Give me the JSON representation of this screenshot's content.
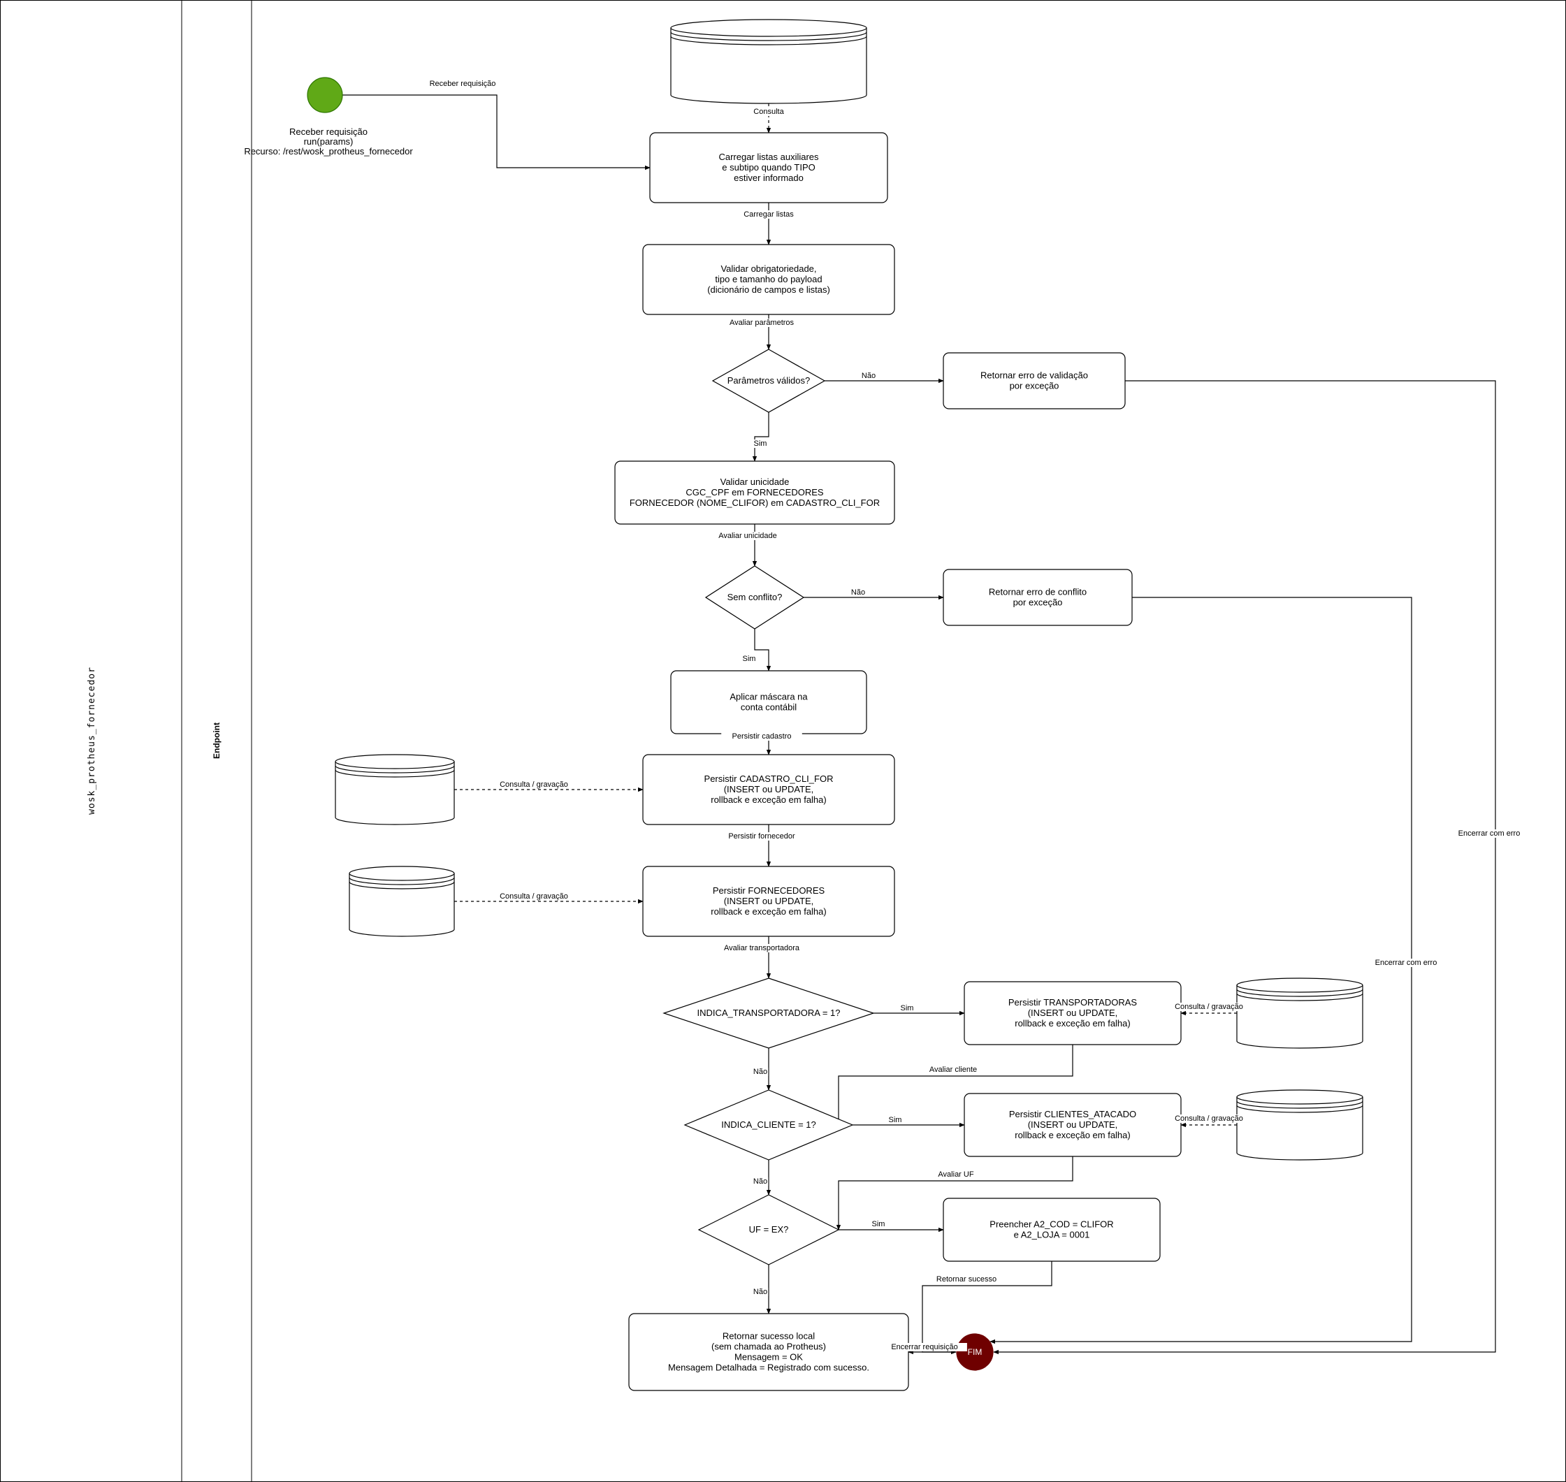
{
  "pool": {
    "name": "wosk_protheus_fornecedor",
    "lane": "Endpoint"
  },
  "start": {
    "caption": [
      "Receber requisição",
      "run(params)",
      "Recurso: /rest/wosk_protheus_fornecedor"
    ]
  },
  "end_label": "FIM",
  "nodes": {
    "load_lists": [
      "Carregar listas auxiliares",
      "e subtipo quando TIPO",
      "estiver informado"
    ],
    "validate_required": [
      "Validar obrigatoriedade,",
      "tipo e tamanho do payload",
      "(dicionário de campos e listas)"
    ],
    "params_valid": [
      "Parâmetros válidos?"
    ],
    "validation_error": [
      "Retornar erro de validação",
      "por exceção"
    ],
    "validate_unique": [
      "Validar unicidade",
      "CGC_CPF em FORNECEDORES",
      "FORNECEDOR (NOME_CLIFOR) em CADASTRO_CLI_FOR"
    ],
    "no_conflict": [
      "Sem conflito?"
    ],
    "conflict_error": [
      "Retornar erro de conflito",
      "por exceção"
    ],
    "apply_mask": [
      "Aplicar máscara na",
      "conta contábil"
    ],
    "persist_cadastro": [
      "Persistir CADASTRO_CLI_FOR",
      "(INSERT ou UPDATE,",
      "rollback e exceção em falha)"
    ],
    "persist_fornecedores": [
      "Persistir FORNECEDORES",
      "(INSERT ou UPDATE,",
      "rollback e exceção em falha)"
    ],
    "is_carrier": [
      "INDICA_TRANSPORTADORA = 1?"
    ],
    "persist_transportadoras": [
      "Persistir TRANSPORTADORAS",
      "(INSERT ou UPDATE,",
      "rollback e exceção em falha)"
    ],
    "is_client": [
      "INDICA_CLIENTE = 1?"
    ],
    "persist_clientes": [
      "Persistir CLIENTES_ATACADO",
      "(INSERT ou UPDATE,",
      "rollback e exceção em falha)"
    ],
    "uf_ex": [
      "UF = EX?"
    ],
    "fill_a2": [
      "Preencher A2_COD = CLIFOR",
      "e A2_LOJA = 0001"
    ],
    "local_success": [
      "Retornar sucesso local",
      "(sem chamada ao Protheus)",
      "Mensagem = OK",
      "Mensagem Detalhada = Registrado com sucesso."
    ]
  },
  "edge_labels": {
    "receive": "Receber requisição",
    "consulta": "Consulta",
    "load": "Carregar listas",
    "eval_params": "Avaliar parâmetros",
    "params_no": "Não",
    "params_yes": "Sim",
    "eval_unique": "Avaliar unicidade",
    "conflict_no": "Não",
    "conflict_yes": "Sim",
    "persist_cadastro": "Persistir cadastro",
    "db_cadastro": "Consulta / gravação",
    "persist_fornecedor": "Persistir fornecedor",
    "db_fornecedores": "Consulta / gravação",
    "eval_carrier": "Avaliar transportadora",
    "carrier_yes": "Sim",
    "db_transportadoras": "Consulta / gravação",
    "carrier_no": "Não",
    "eval_client": "Avaliar cliente",
    "client_yes": "Sim",
    "db_clientes": "Consulta / gravação",
    "client_no": "Não",
    "eval_uf": "Avaliar UF",
    "uf_yes": "Sim",
    "uf_no": "Não",
    "return_success": "Retornar sucesso",
    "end_request": "Encerrar requisição",
    "end_error_1": "Encerrar com erro",
    "end_error_2": "Encerrar com erro"
  },
  "colors": {
    "start": "#60a917",
    "start_stroke": "#2d7600",
    "end": "#6f0000",
    "end_stroke": "#6f0000",
    "line": "#000000"
  }
}
